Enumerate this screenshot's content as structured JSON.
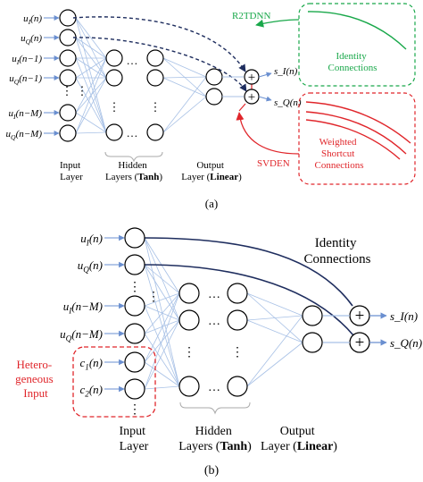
{
  "panel_a": {
    "caption": "(a)",
    "inputs": [
      "u_I(n)",
      "u_Q(n)",
      "u_I(n−1)",
      "u_Q(n−1)",
      "⋮",
      "u_I(n−M)",
      "u_Q(n−M)"
    ],
    "outputs": [
      "s_I(n)",
      "s_Q(n)"
    ],
    "layer_labels": {
      "input": [
        "Input",
        "Layer"
      ],
      "hidden": [
        "Hidden",
        "Layers (",
        "Tanh",
        ")"
      ],
      "output": [
        "Output",
        "Layer (",
        "Linear",
        ")"
      ]
    },
    "r2tdnn_label": "R2TDNN",
    "svden_label": "SVDEN",
    "identity_box_label": [
      "Identity",
      "Connections"
    ],
    "weighted_box_label": [
      "Weighted",
      "Shortcut",
      "Connections"
    ],
    "colors": {
      "green": "#19a84a",
      "red": "#e0262b",
      "navy": "#1e2d5e",
      "edge": "#a8c1e6"
    }
  },
  "panel_b": {
    "caption": "(b)",
    "inputs": [
      "u_I(n)",
      "u_Q(n)",
      "⋮",
      "u_I(n−M)",
      "u_Q(n−M)",
      "c_1(n)",
      "c_2(n)",
      "⋮"
    ],
    "outputs": [
      "s_I(n)",
      "s_Q(n)"
    ],
    "identity_label": [
      "Identity",
      "Connections"
    ],
    "hetero_label": [
      "Hetero-",
      "geneous",
      "Input"
    ],
    "layer_labels": {
      "input": [
        "Input",
        "Layer"
      ],
      "hidden": [
        "Hidden",
        "Layers (",
        "Tanh",
        ")"
      ],
      "output": [
        "Output",
        "Layer (",
        "Linear",
        ")"
      ]
    }
  }
}
